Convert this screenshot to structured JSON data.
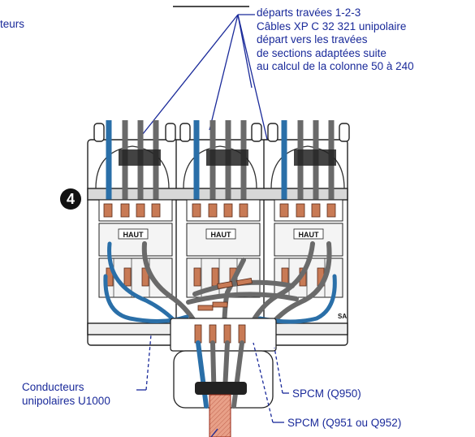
{
  "labels": {
    "top_left_fragment": "teurs",
    "main_callout": [
      "départs travées 1-2-3",
      "Câbles XP C 32 321 unipolaire",
      "départ vers les travées",
      "de sections adaptées suite",
      "au calcul de la colonne 50 à 240"
    ],
    "conductors": [
      "Conducteurs",
      "unipolaires U1000"
    ],
    "spcm_1": "SPCM (Q950)",
    "spcm_2": "SPCM (Q951 ou Q952)",
    "module_marking": "HAUT",
    "side_marking": "SA",
    "marker_number": "4"
  },
  "colors": {
    "callout_text": "#1a2a9a",
    "leader_line": "#1a2a9a",
    "blue_cable": "#2a6fa8",
    "grey_cable": "#6a6a6a",
    "copper": "#c87a55",
    "outline": "#222222",
    "sheath": "#e8a088"
  }
}
